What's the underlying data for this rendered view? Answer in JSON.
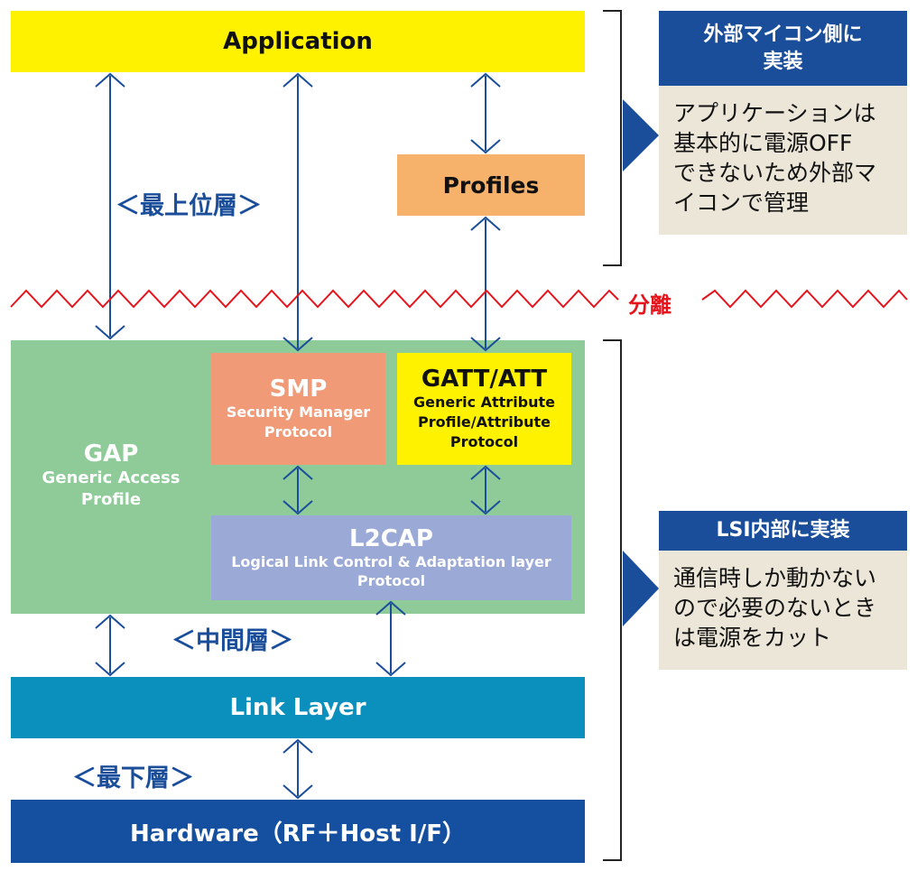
{
  "diagram": {
    "application": "Application",
    "profiles": "Profiles",
    "gap": {
      "title": "GAP",
      "subtitle_line1": "Generic Access",
      "subtitle_line2": "Profile"
    },
    "smp": {
      "title": "SMP",
      "subtitle_line1": "Security Manager",
      "subtitle_line2": "Protocol"
    },
    "gatt": {
      "title": "GATT/ATT",
      "subtitle_line1": "Generic Attribute",
      "subtitle_line2": "Profile/Attribute",
      "subtitle_line3": "Protocol"
    },
    "l2cap": {
      "title": "L2CAP",
      "subtitle_line1": "Logical Link Control & Adaptation layer",
      "subtitle_line2": "Protocol"
    },
    "link_layer": "Link Layer",
    "hardware": "Hardware（RF＋Host I/F）",
    "level_top": "＜最上位層＞",
    "level_mid": "＜中間層＞",
    "level_bottom": "＜最下層＞",
    "separation": "分離"
  },
  "side": {
    "external": {
      "header_line1": "外部マイコン側に",
      "header_line2": "実装",
      "note_line1": "アプリケーションは",
      "note_line2": "基本的に電源OFF",
      "note_line3": "できないため外部マ",
      "note_line4": "イコンで管理"
    },
    "internal": {
      "header": "LSI内部に実装",
      "note_line1": "通信時しか動かない",
      "note_line2": "ので必要のないとき",
      "note_line3": "は電源をカット"
    }
  },
  "colors": {
    "application": "#fff200",
    "profiles": "#f6b26b",
    "gap": "#8fcb98",
    "smp": "#f09a78",
    "gatt": "#fff200",
    "l2cap": "#9ba9d6",
    "link_layer": "#0b8fbd",
    "hardware": "#1550a0",
    "arrow": "#1a4e9a",
    "separator": "#e5141c",
    "side_header": "#1a4e9a",
    "side_note": "#ece6d8"
  }
}
